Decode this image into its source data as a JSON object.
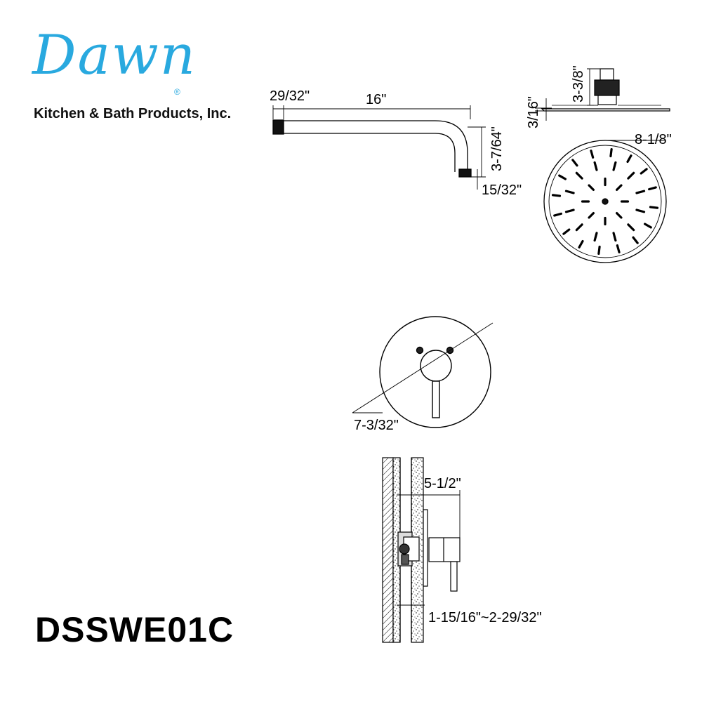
{
  "brand": {
    "logo_text": "Dawn",
    "registered_mark": "®",
    "company_name": "Kitchen & Bath Products, Inc.",
    "logo_color": "#29a9df"
  },
  "model_number": "DSSWE01C",
  "shower_arm": {
    "dims": {
      "thread_length": "29/32\"",
      "arm_length": "16\"",
      "drop_height": "3-7/64\"",
      "outlet_thread": "15/32\""
    }
  },
  "shower_head": {
    "dims": {
      "connector_height": "3-3/8\"",
      "plate_thickness": "3/16\"",
      "diameter": "8-1/8\""
    }
  },
  "trim_plate": {
    "dims": {
      "diameter": "7-3/32\""
    }
  },
  "valve_section": {
    "dims": {
      "projection": "5-1/2\"",
      "wall_range": "1-15/16\"~2-29/32\""
    }
  }
}
